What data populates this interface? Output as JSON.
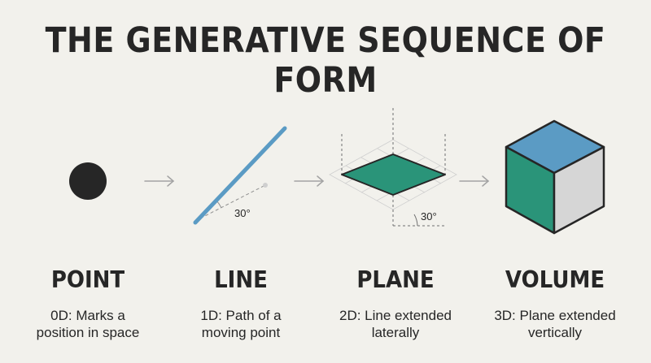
{
  "title": "THE GENERATIVE SEQUENCE OF FORM",
  "stages": [
    {
      "name": "POINT",
      "desc_line1": "0D: Marks a",
      "desc_line2": "position in space"
    },
    {
      "name": "LINE",
      "desc_line1": "1D: Path of a",
      "desc_line2": "moving point"
    },
    {
      "name": "PLANE",
      "desc_line1": "2D: Line extended",
      "desc_line2": "laterally"
    },
    {
      "name": "VOLUME",
      "desc_line1": "3D: Plane extended",
      "desc_line2": "vertically"
    }
  ],
  "angle_labels": {
    "line": "30°",
    "plane": "30°"
  },
  "colors": {
    "background": "#f2f1ec",
    "ink": "#262626",
    "line_blue": "#5b9bc4",
    "plane_teal": "#2a9479",
    "cube_top": "#5b9bc4",
    "cube_left": "#2a9479",
    "cube_right": "#d6d6d6",
    "arrow_gray": "#a3a3a3"
  }
}
